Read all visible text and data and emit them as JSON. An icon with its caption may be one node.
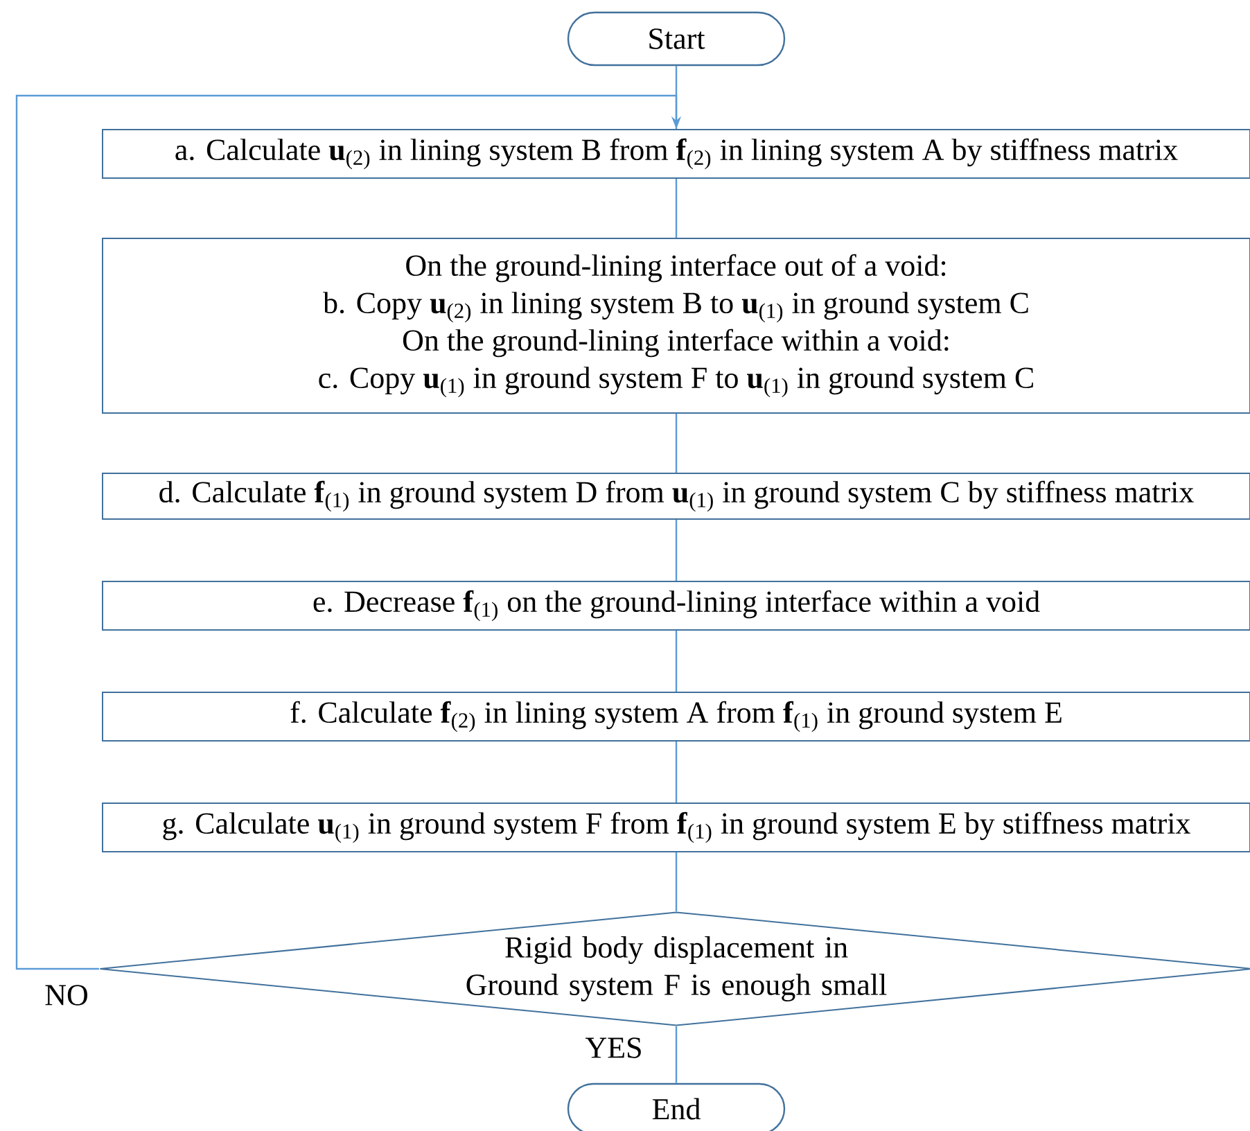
{
  "diagram": {
    "nodes": [
      {
        "text": [
          "Start"
        ]
      },
      {
        "text": [
          "a. Calculate **u**$_{(2)}$ in lining system B from **f**$_{(2)}$ in lining system A by stiffness matrix"
        ]
      },
      {
        "text": [
          "On the ground-lining interface out of a void:",
          "b. Copy **u**$_{(2)}$ in lining system B to **u**$_{(1)}$ in ground system C",
          "On the ground-lining interface within a void:",
          "c. Copy **u**$_{(1)}$ in ground system F to **u**$_{(1)}$ in ground system C"
        ]
      },
      {
        "text": [
          "d. Calculate **f**$_{(1)}$ in ground system D from **u**$_{(1)}$ in ground system C by stiffness matrix"
        ]
      },
      {
        "text": [
          "e. Decrease **f**$_{(1)}$ on the ground-lining interface within a void"
        ]
      },
      {
        "text": [
          "f. Calculate **f**$_{(2)}$ in lining system A from **f**$_{(1)}$ in ground system E"
        ]
      },
      {
        "text": [
          "g. Calculate **u**$_{(1)}$ in ground system F from **f**$_{(1)}$ in ground system E by stiffness matrix"
        ]
      },
      {
        "text": [
          "Rigid body displacement in Ground system F is enough small"
        ]
      },
      {
        "text": [
          "End"
        ]
      }
    ],
    "edges": [
      {
        "from": 0,
        "to": 1,
        "arrow": "none"
      },
      {
        "from": 1,
        "to": 2,
        "arrow": "none"
      },
      {
        "from": 2,
        "to": 3,
        "arrow": "none"
      },
      {
        "from": 3,
        "to": 4,
        "arrow": "none"
      },
      {
        "from": 4,
        "to": 5,
        "arrow": "none"
      },
      {
        "from": 5,
        "to": 6,
        "arrow": "none"
      },
      {
        "from": 6,
        "to": 7,
        "arrow": "none"
      },
      {
        "from": 7,
        "to": 1,
        "arrow": "to",
        "label": "NO"
      },
      {
        "from": 7,
        "to": 8,
        "arrow": "none",
        "label": "YES"
      }
    ]
  }
}
